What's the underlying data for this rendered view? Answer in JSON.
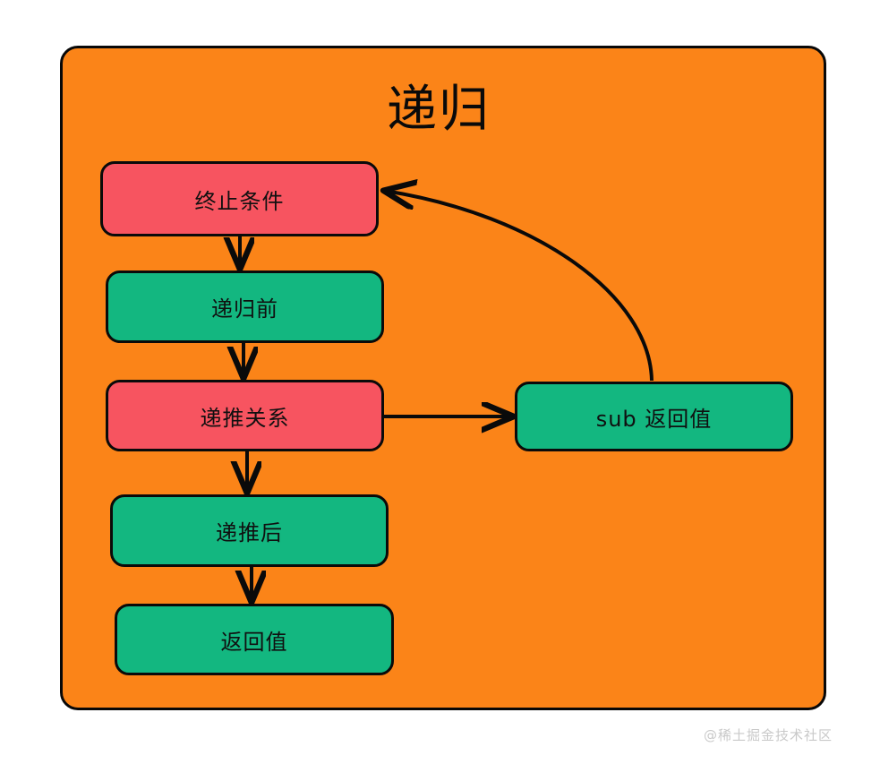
{
  "diagram": {
    "title": "递归",
    "background_color": "#fb8418",
    "frame_border_color": "#0a0a0a",
    "node_red_color": "#f75460",
    "node_green_color": "#13b780",
    "nodes": [
      {
        "id": "terminate",
        "label": "终止条件",
        "color": "red"
      },
      {
        "id": "pre",
        "label": "递归前",
        "color": "green"
      },
      {
        "id": "relation",
        "label": "递推关系",
        "color": "red"
      },
      {
        "id": "post",
        "label": "递推后",
        "color": "green"
      },
      {
        "id": "return",
        "label": "返回值",
        "color": "green"
      },
      {
        "id": "sub",
        "label": "sub 返回值",
        "color": "green"
      }
    ],
    "edges": [
      {
        "from": "terminate",
        "to": "pre",
        "style": "straight-down"
      },
      {
        "from": "pre",
        "to": "relation",
        "style": "straight-down"
      },
      {
        "from": "relation",
        "to": "post",
        "style": "straight-down"
      },
      {
        "from": "post",
        "to": "return",
        "style": "straight-down"
      },
      {
        "from": "relation",
        "to": "sub",
        "style": "straight-right"
      },
      {
        "from": "sub",
        "to": "terminate",
        "style": "curved-back"
      }
    ]
  },
  "watermark": {
    "text": "@稀土掘金技术社区"
  }
}
